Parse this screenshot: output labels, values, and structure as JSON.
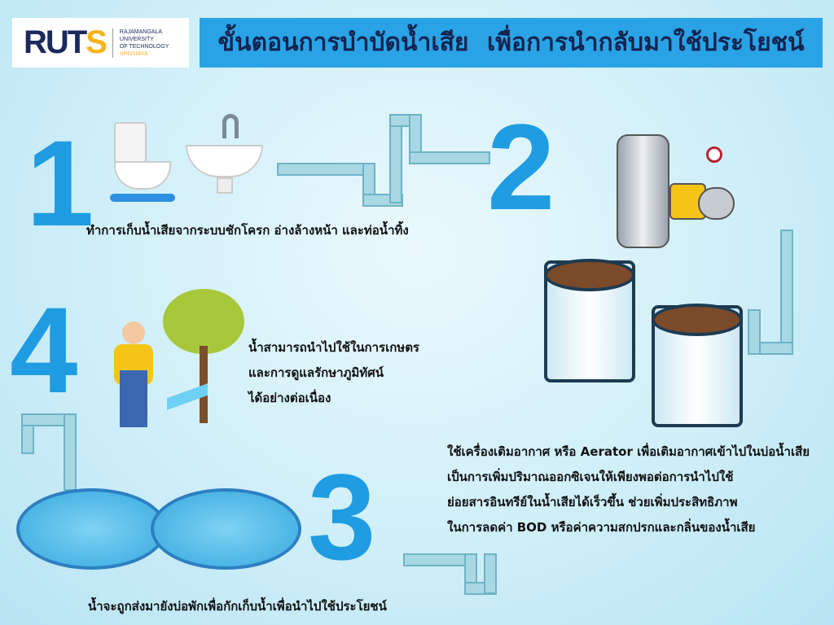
{
  "logo": {
    "brand": "RUTS",
    "lines": [
      "RAJAMANGALA",
      "UNIVERSITY",
      "OF TECHNOLOGY",
      "SRIVIJAYA"
    ]
  },
  "title": "ขั้นตอนการบำบัดน้ำเสีย เพื่อการนำกลับมาใช้ประโยชน์",
  "steps": [
    {
      "number": "1",
      "text": "ทำการเก็บน้ำเสียจากระบบชักโครก อ่างล้างหน้า และท่อน้ำทิ้ง"
    },
    {
      "number": "2",
      "lines": [
        "ใช้เครื่องเติมอากาศ หรือ Aerator เพื่อเติมอากาศเข้าไปในบ่อน้ำเสีย",
        "เป็นการเพิ่มปริมาณออกซิเจนให้เพียงพอต่อการนำไปใช้",
        "ย่อยสารอินทรีย์ในน้ำเสียได้เร็วขึ้น ช่วยเพิ่มประสิทธิภาพ",
        "ในการลดค่า BOD หรือค่าความสกปรกและกลิ่นของน้ำเสีย"
      ]
    },
    {
      "number": "3",
      "text": "น้ำจะถูกส่งมายังบ่อพักเพื่อกักเก็บน้ำเพื่อนำไปใช้ประโยชน์"
    },
    {
      "number": "4",
      "lines": [
        "น้ำสามารถนำไปใช้ในการเกษตร",
        "และการดูแลรักษาภูมิทัศน์",
        "ได้อย่างต่อเนื่อง"
      ]
    }
  ],
  "colors": {
    "accent": "#1f9ce2",
    "title_bar": "#29a3e6",
    "title_text": "#13234f"
  }
}
